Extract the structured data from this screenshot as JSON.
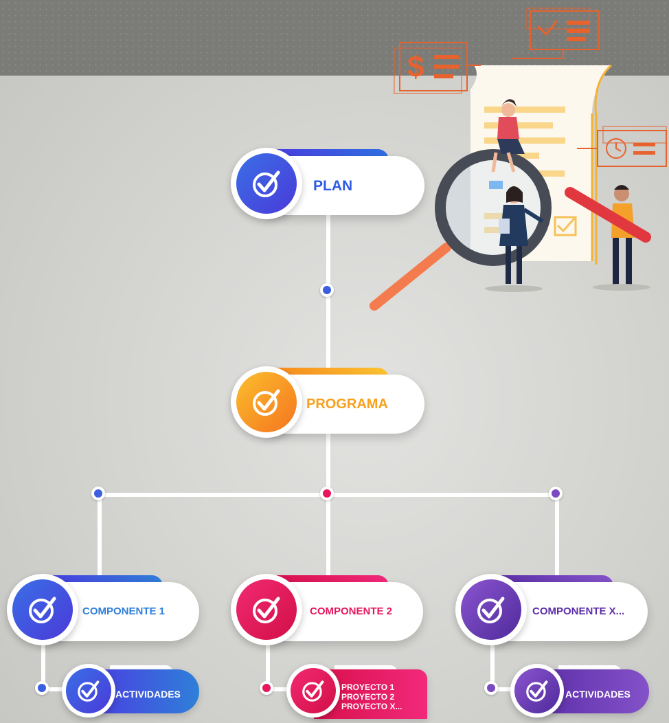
{
  "nodes": {
    "plan": {
      "label": "PLAN",
      "color": "#2f5de2"
    },
    "programa": {
      "label": "PROGRAMA",
      "color": "#f7a01d"
    },
    "componente1": {
      "label": "COMPONENTE 1",
      "color": "#2f7fd9"
    },
    "componente2": {
      "label": "COMPONENTE 2",
      "color": "#e8175d"
    },
    "componenteX": {
      "label": "COMPONENTE X...",
      "color": "#5c2fa8"
    },
    "actividades1": {
      "label": "ACTIVIDADES",
      "color": "#2f5de2"
    },
    "proyectos": {
      "lines": [
        "PROYECTO 1",
        "PROYECTO 2",
        "PROYECTO X..."
      ],
      "color": "#e8175d"
    },
    "actividadesX": {
      "label": "ACTIVIDADES",
      "color": "#6a3ab8"
    }
  },
  "illustration": {
    "icons": [
      "dollar-document-icon",
      "checkmark-document-icon",
      "clock-document-icon"
    ],
    "dollar_symbol": "$",
    "accent_color": "#e8622d"
  }
}
